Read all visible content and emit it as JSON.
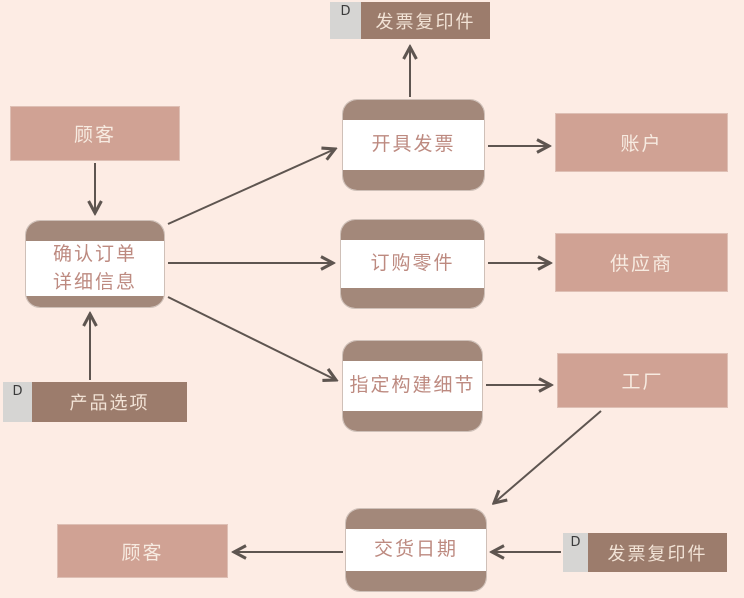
{
  "diagram": {
    "type": "data-flow-diagram",
    "language": "zh",
    "colors": {
      "background": "#fdece4",
      "entity_fill": "#d0a294",
      "entity_border": "#debfb4",
      "entity_text": "#f7ebe1",
      "process_bar": "#a3887a",
      "process_fill": "#ffffff",
      "process_border": "#cfc0b8",
      "process_text": "#bd8a80",
      "datastore_fill": "#9c7c6c",
      "datastore_text": "#f2e3d6",
      "datastore_tag_fill": "#d6d5d3",
      "datastore_tag_text": "#3b3b3b",
      "arrow": "#5e5550"
    },
    "external_entities": [
      {
        "id": "customer-top",
        "label": "顾客"
      },
      {
        "id": "account",
        "label": "账户"
      },
      {
        "id": "supplier",
        "label": "供应商"
      },
      {
        "id": "factory",
        "label": "工厂"
      },
      {
        "id": "customer-bottom",
        "label": "顾客"
      }
    ],
    "processes": [
      {
        "id": "issue-invoice",
        "label": "开具发票"
      },
      {
        "id": "confirm-order-details",
        "label": "确认订单\n详细信息"
      },
      {
        "id": "order-parts",
        "label": "订购零件"
      },
      {
        "id": "specify-build-details",
        "label": "指定构建细节"
      },
      {
        "id": "delivery-date",
        "label": "交货日期"
      }
    ],
    "data_stores": [
      {
        "id": "invoice-copy-top",
        "tag": "D",
        "label": "发票复印件"
      },
      {
        "id": "product-options",
        "tag": "D",
        "label": "产品选项"
      },
      {
        "id": "invoice-copy-bottom",
        "tag": "D",
        "label": "发票复印件"
      }
    ],
    "flows": [
      {
        "from": "issue-invoice",
        "to": "invoice-copy-top"
      },
      {
        "from": "customer-top",
        "to": "confirm-order-details"
      },
      {
        "from": "product-options",
        "to": "confirm-order-details"
      },
      {
        "from": "confirm-order-details",
        "to": "issue-invoice"
      },
      {
        "from": "confirm-order-details",
        "to": "order-parts"
      },
      {
        "from": "confirm-order-details",
        "to": "specify-build-details"
      },
      {
        "from": "issue-invoice",
        "to": "account"
      },
      {
        "from": "order-parts",
        "to": "supplier"
      },
      {
        "from": "specify-build-details",
        "to": "factory"
      },
      {
        "from": "factory",
        "to": "delivery-date"
      },
      {
        "from": "invoice-copy-bottom",
        "to": "delivery-date"
      },
      {
        "from": "delivery-date",
        "to": "customer-bottom"
      }
    ]
  }
}
